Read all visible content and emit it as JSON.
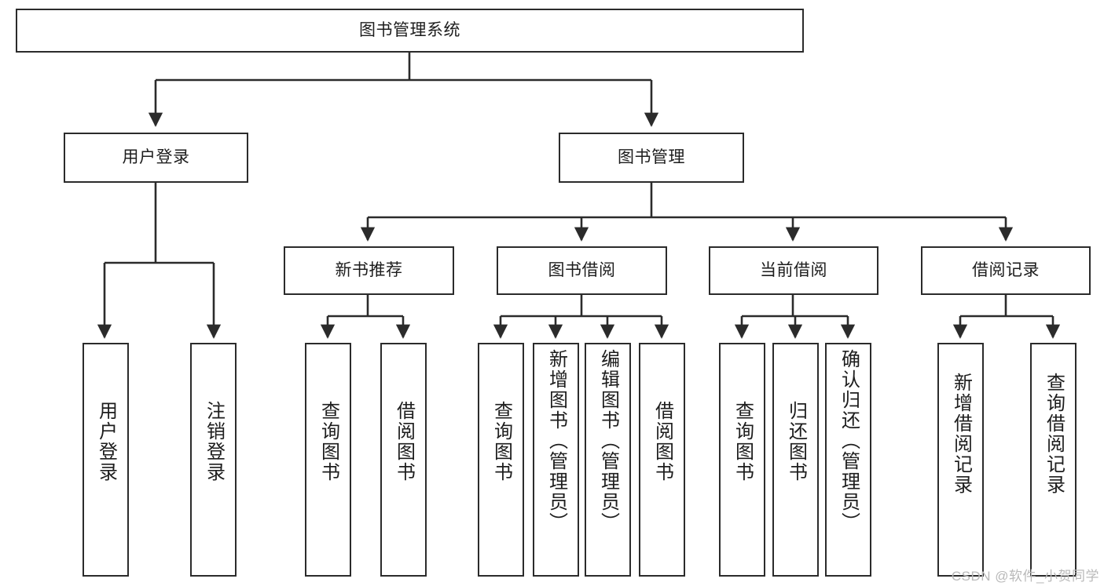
{
  "diagram": {
    "title": "图书管理系统",
    "type": "tree-hierarchy",
    "root": {
      "label": "图书管理系统"
    },
    "level2": [
      {
        "label": "用户登录"
      },
      {
        "label": "图书管理"
      }
    ],
    "level3": [
      {
        "label": "新书推荐"
      },
      {
        "label": "图书借阅"
      },
      {
        "label": "当前借阅"
      },
      {
        "label": "借阅记录"
      }
    ],
    "leaves": {
      "user_login": [
        {
          "label": "用户登录"
        },
        {
          "label": "注销登录"
        }
      ],
      "new_book_recommend": [
        {
          "label": "查询图书"
        },
        {
          "label": "借阅图书"
        }
      ],
      "book_borrow": [
        {
          "label": "查询图书"
        },
        {
          "label": "新增图书（管理员）"
        },
        {
          "label": "编辑图书（管理员）"
        },
        {
          "label": "借阅图书"
        }
      ],
      "current_borrow": [
        {
          "label": "查询图书"
        },
        {
          "label": "归还图书"
        },
        {
          "label": "确认归还（管理员）"
        }
      ],
      "borrow_record": [
        {
          "label": "新增借阅记录"
        },
        {
          "label": "查询借阅记录"
        }
      ]
    }
  },
  "watermark": {
    "text": "CSDN @软件_小贺同学"
  },
  "colors": {
    "stroke": "#2b2b2b",
    "text": "#1d1d1d",
    "background": "#ffffff",
    "watermark": "#b9b9b9"
  }
}
